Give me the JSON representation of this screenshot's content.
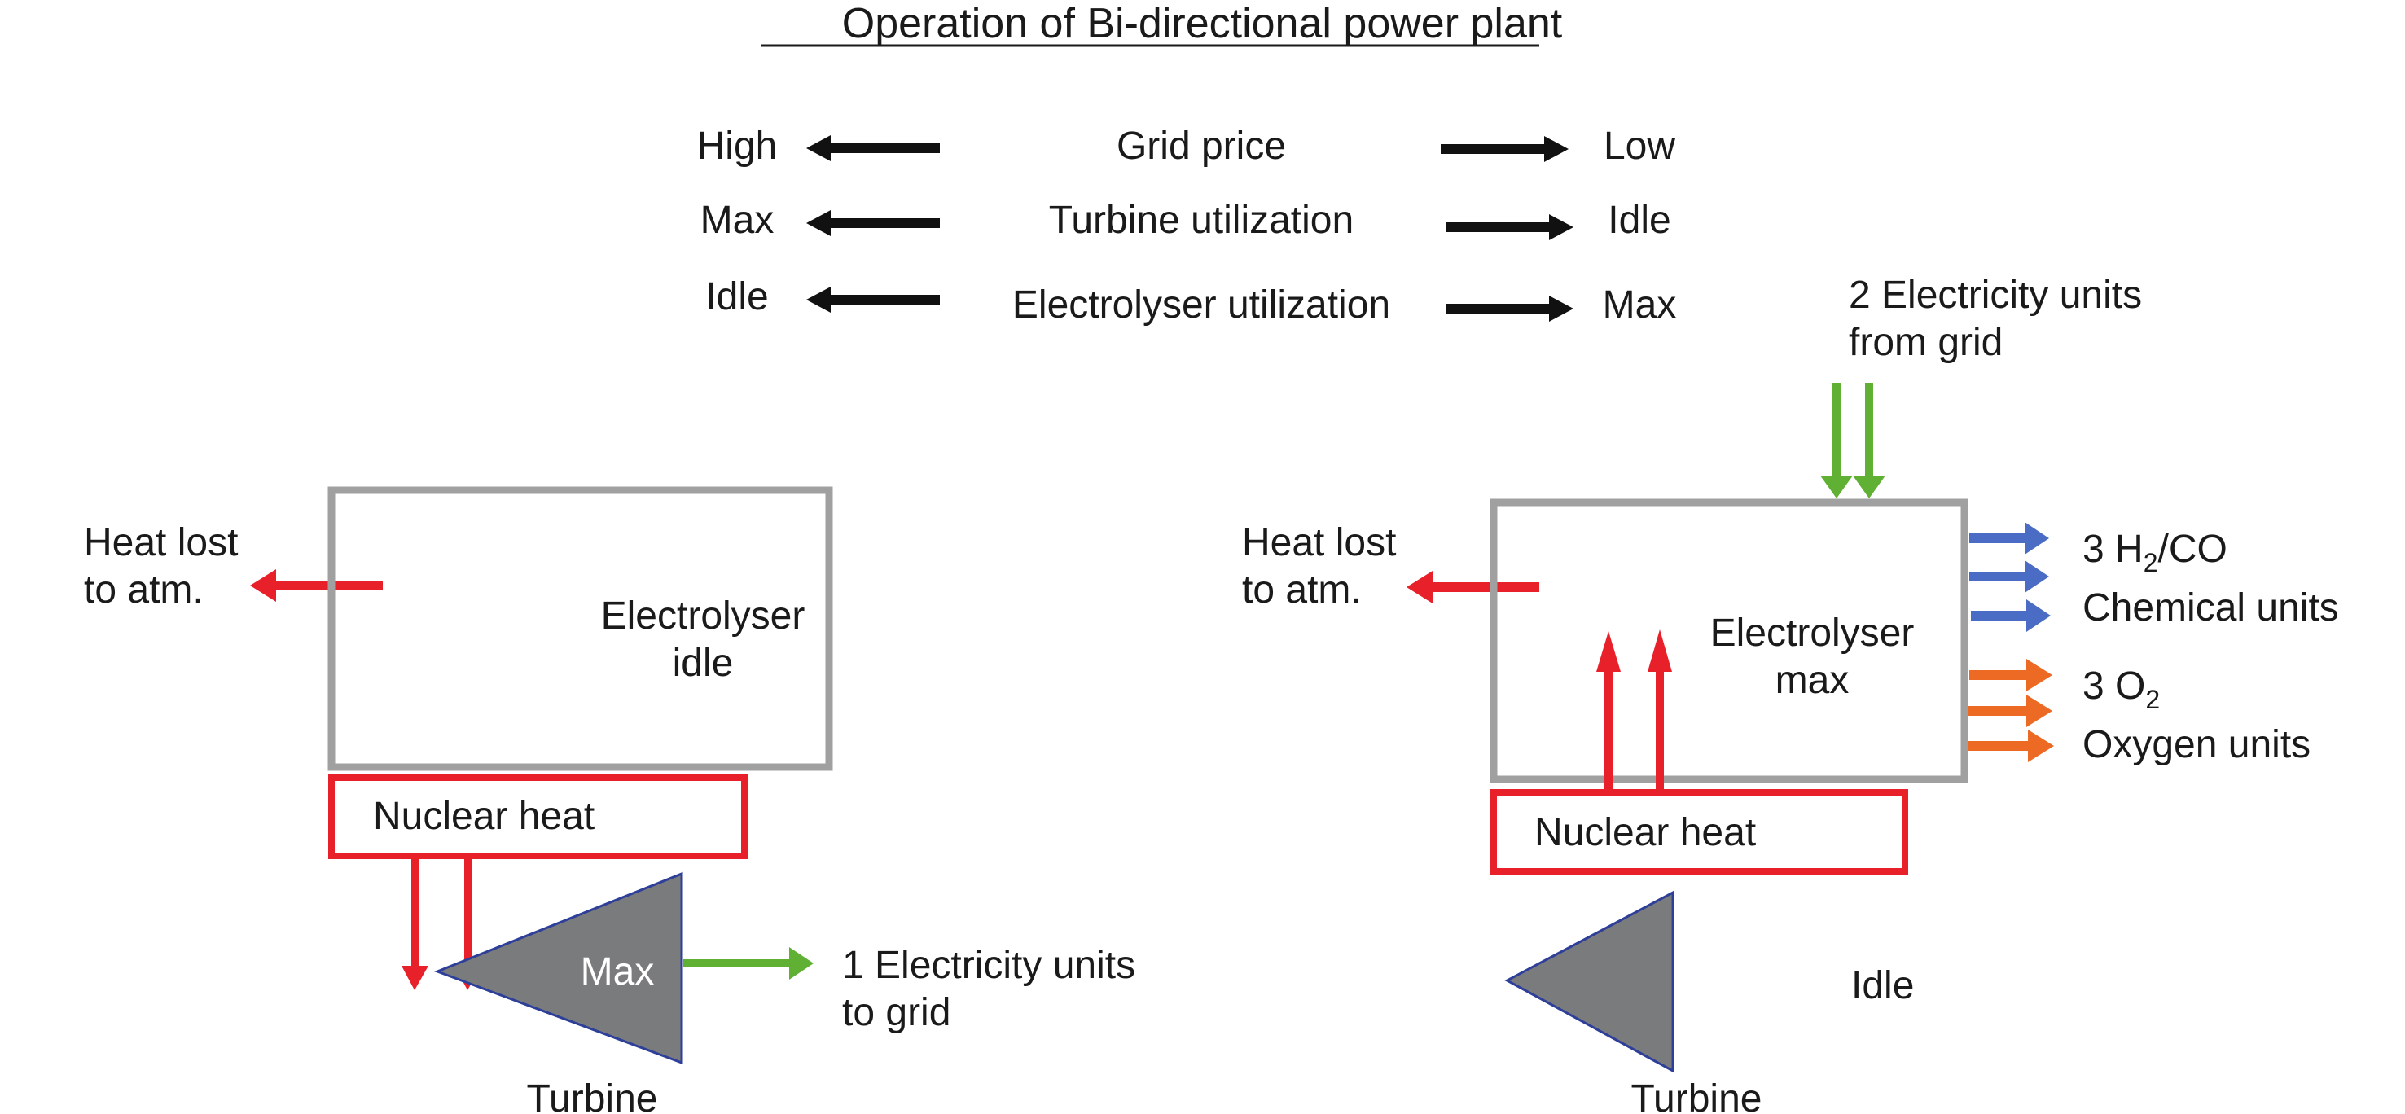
{
  "title": "Operation of Bi-directional power plant",
  "legend": {
    "rows": [
      {
        "left": "High",
        "center": "Grid price",
        "right": "Low"
      },
      {
        "left": "Max",
        "center": "Turbine utilization",
        "right": "Idle"
      },
      {
        "left": "Idle",
        "center": "Electrolyser utilization",
        "right": "Max"
      }
    ]
  },
  "colors": {
    "heat": "#e8202a",
    "electricity": "#5fb033",
    "chemical": "#4a6cc4",
    "oxygen": "#ec6a24",
    "box_border": "#a0a0a0",
    "turbine_fill": "#7a7b7d",
    "turbine_edge": "#2e3f99",
    "legend_arrow": "#111111"
  },
  "left_panel": {
    "heat_lost": [
      "Heat lost",
      "to atm."
    ],
    "electrolyser": [
      "Electrolyser",
      "idle"
    ],
    "nuclear_heat": "Nuclear heat",
    "turbine_state": "Max",
    "turbine_label": "Turbine",
    "electricity_out": [
      "1 Electricity units",
      "to grid"
    ]
  },
  "right_panel": {
    "heat_lost": [
      "Heat lost",
      "to atm."
    ],
    "electricity_in": [
      "2 Electricity units",
      "from grid"
    ],
    "electrolyser": [
      "Electrolyser",
      "max"
    ],
    "nuclear_heat": "Nuclear heat",
    "turbine_state": "Idle",
    "turbine_label": "Turbine",
    "chemical": {
      "count": "3 H",
      "sub": "2",
      "rest": "/CO",
      "label": "Chemical units"
    },
    "oxygen": {
      "count": "3 O",
      "sub": "2",
      "label": "Oxygen units"
    }
  }
}
